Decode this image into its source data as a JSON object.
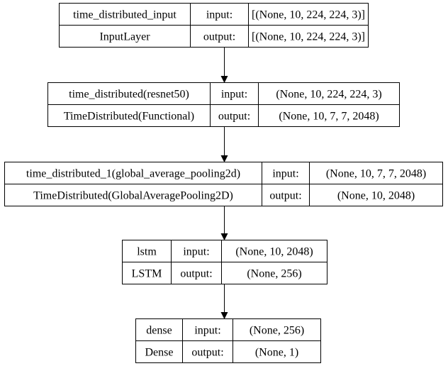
{
  "nodes": [
    {
      "name": "time_distributed_input",
      "type": "InputLayer",
      "input_label": "input:",
      "output_label": "output:",
      "input_shape": "[(None, 10, 224, 224, 3)]",
      "output_shape": "[(None, 10, 224, 224, 3)]"
    },
    {
      "name": "time_distributed(resnet50)",
      "type": "TimeDistributed(Functional)",
      "input_label": "input:",
      "output_label": "output:",
      "input_shape": "(None, 10, 224, 224, 3)",
      "output_shape": "(None, 10, 7, 7, 2048)"
    },
    {
      "name": "time_distributed_1(global_average_pooling2d)",
      "type": "TimeDistributed(GlobalAveragePooling2D)",
      "input_label": "input:",
      "output_label": "output:",
      "input_shape": "(None, 10, 7, 7, 2048)",
      "output_shape": "(None, 10, 2048)"
    },
    {
      "name": "lstm",
      "type": "LSTM",
      "input_label": "input:",
      "output_label": "output:",
      "input_shape": "(None, 10, 2048)",
      "output_shape": "(None, 256)"
    },
    {
      "name": "dense",
      "type": "Dense",
      "input_label": "input:",
      "output_label": "output:",
      "input_shape": "(None, 256)",
      "output_shape": "(None, 1)"
    }
  ],
  "edges": [
    {
      "from": "time_distributed_input",
      "to": "time_distributed(resnet50)"
    },
    {
      "from": "time_distributed(resnet50)",
      "to": "time_distributed_1(global_average_pooling2d)"
    },
    {
      "from": "time_distributed_1(global_average_pooling2d)",
      "to": "lstm"
    },
    {
      "from": "lstm",
      "to": "dense"
    }
  ],
  "colors": {
    "stroke": "#000000",
    "background": "#ffffff",
    "text": "#000000"
  }
}
